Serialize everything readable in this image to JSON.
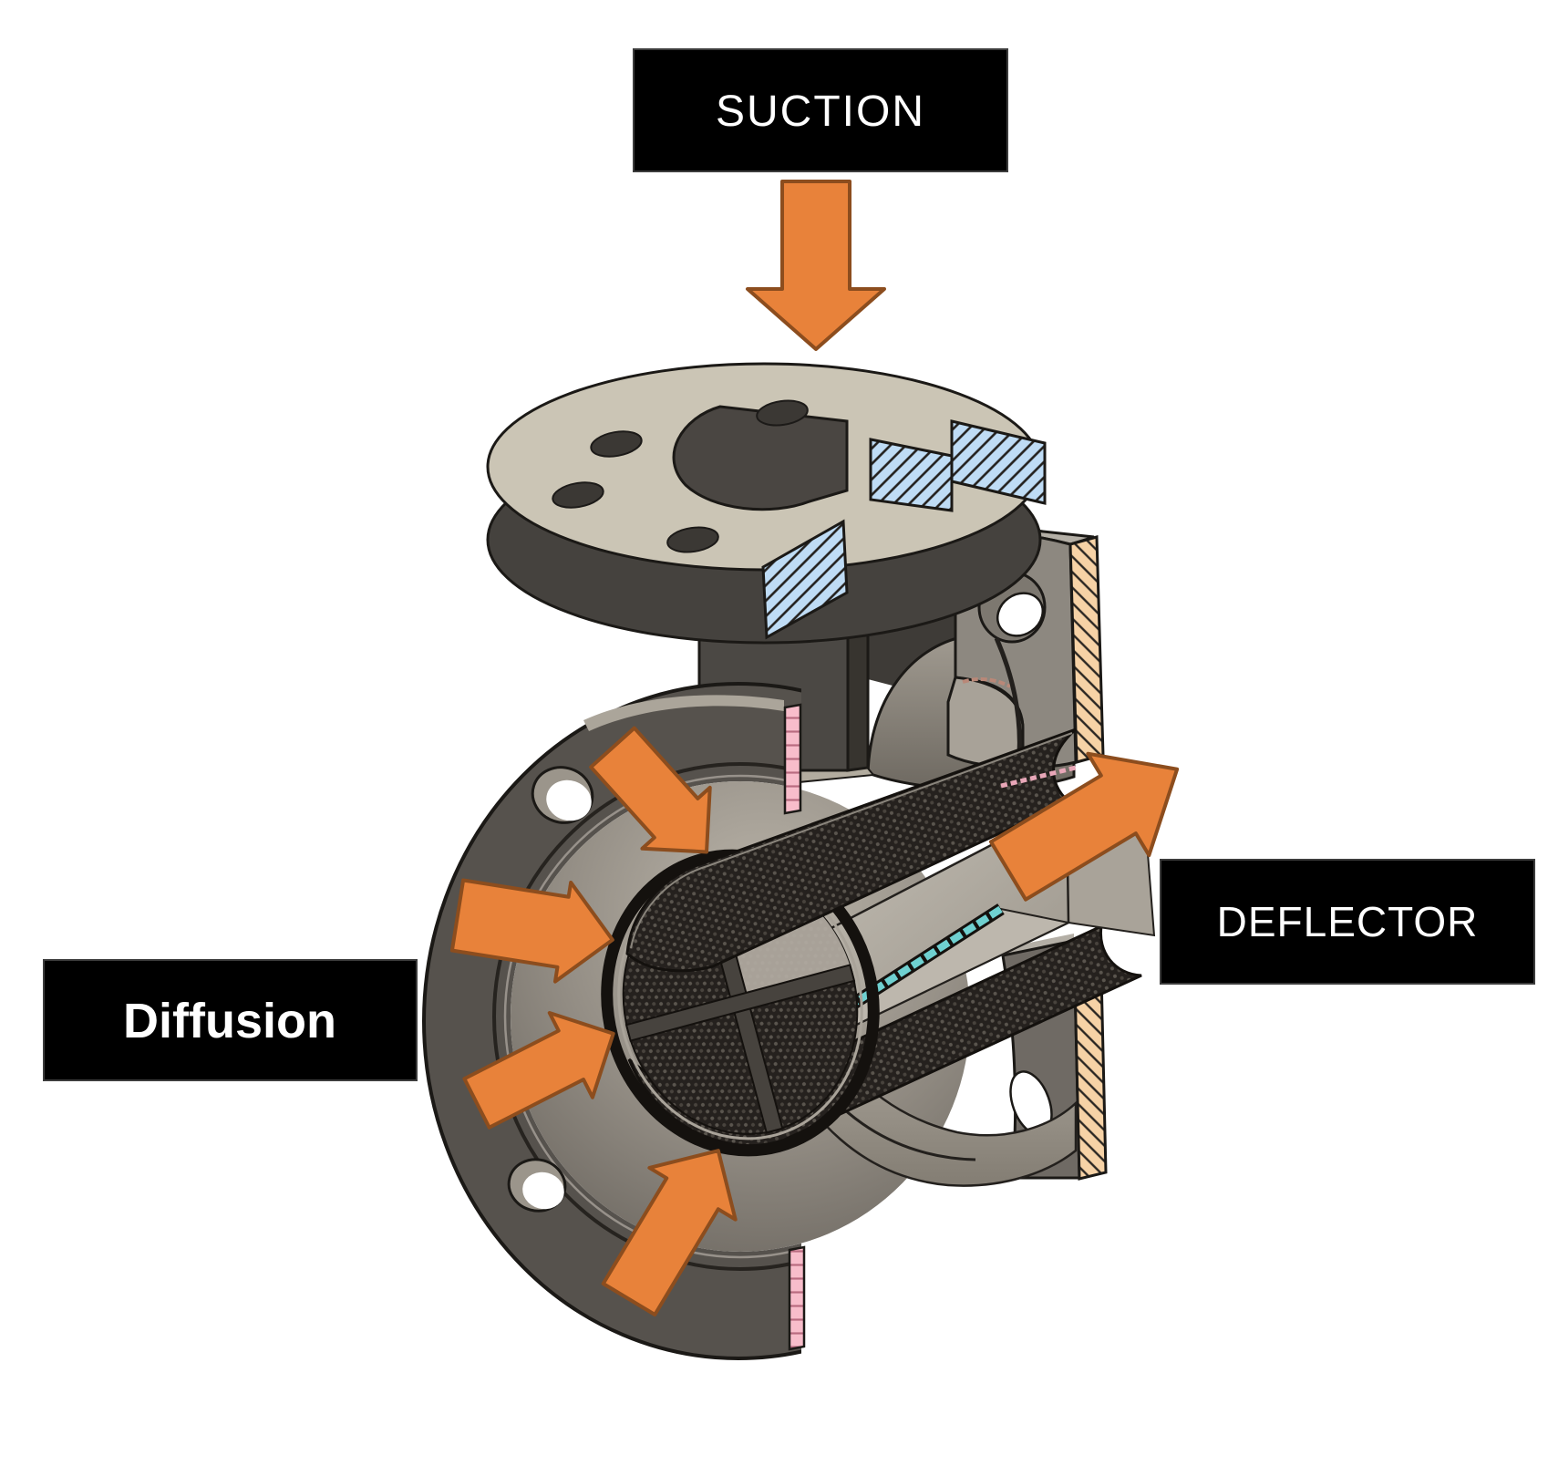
{
  "diagram": {
    "labels": {
      "suction": "SUCTION",
      "deflector": "DEFLECTOR",
      "diffusion": "Diffusion"
    }
  },
  "colors": {
    "bg": "#FFFFFF",
    "label_bg": "#000000",
    "label_text": "#FFFFFF",
    "orange": "#E8823A",
    "orange_outline": "#8C4D1E",
    "flange_beige": "#CBC5B5",
    "body_gray": "#56524D",
    "body_dark": "#3E3B37",
    "metal_mid": "#8D8880",
    "metal_light": "#B3ADA3",
    "mesh_dark": "#25211E",
    "hatch_blue": "#BFDCF5",
    "hatch_peach": "#F6D2A6",
    "hatch_pink": "#F8BDCB",
    "teal": "#6FD0D0"
  }
}
